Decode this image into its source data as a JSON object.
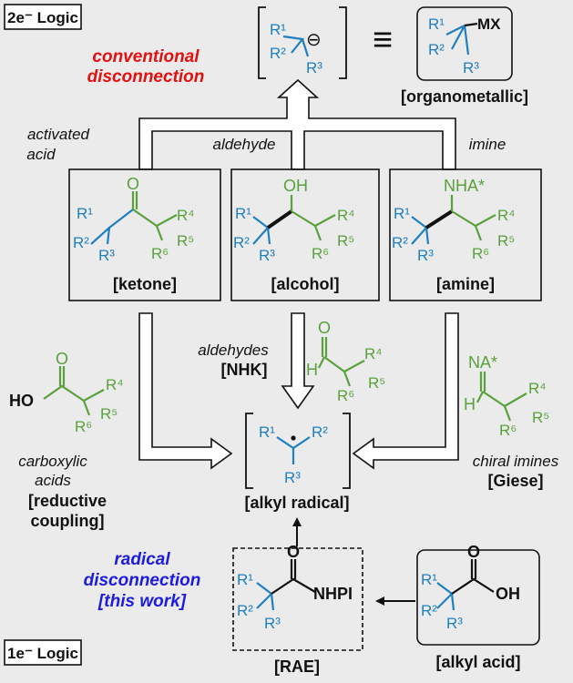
{
  "logic": {
    "two_electron": "2e⁻ Logic",
    "one_electron": "1e⁻ Logic"
  },
  "carbanion": {
    "r1": "R¹",
    "r2": "R²",
    "r3": "R³",
    "charge": "⊖"
  },
  "equiv": "≡",
  "organometallic": {
    "r1": "R¹",
    "r2": "R²",
    "r3": "R³",
    "mx": "MX",
    "label": "[organometallic]"
  },
  "conventional": {
    "line1": "conventional",
    "line2": "disconnection"
  },
  "arrows_up": {
    "activated_line1": "activated",
    "activated_line2": "acid",
    "aldehyde": "aldehyde",
    "imine": "imine"
  },
  "ketone": {
    "o": "O",
    "r1": "R¹",
    "r2": "R²",
    "r3": "R³",
    "r4": "R⁴",
    "r5": "R⁵",
    "r6": "R⁶",
    "label": "[ketone]"
  },
  "alcohol": {
    "oh": "OH",
    "r1": "R¹",
    "r2": "R²",
    "r3": "R³",
    "r4": "R⁴",
    "r5": "R⁵",
    "r6": "R⁶",
    "label": "[alcohol]"
  },
  "amine": {
    "nha": "NHA*",
    "r1": "R¹",
    "r2": "R²",
    "r3": "R³",
    "r4": "R⁴",
    "r5": "R⁵",
    "r6": "R⁶",
    "label": "[amine]"
  },
  "aldehydes_path": {
    "line1": "aldehydes",
    "line2": "[NHK]",
    "o": "O",
    "h": "H",
    "r4": "R⁴",
    "r5": "R⁵",
    "r6": "R⁶"
  },
  "carboxylic_path": {
    "ho": "HO",
    "o": "O",
    "r4": "R⁴",
    "r5": "R⁵",
    "r6": "R⁶",
    "line1": "carboxylic",
    "line2": "acids",
    "line3": "[reductive",
    "line4": "coupling]"
  },
  "imine_path": {
    "na": "NA*",
    "h": "H",
    "r4": "R⁴",
    "r5": "R⁵",
    "r6": "R⁶",
    "line1": "chiral imines",
    "line2": "[Giese]"
  },
  "radical": {
    "r1": "R¹",
    "r2": "R²",
    "r3": "R³",
    "label": "[alkyl radical]"
  },
  "radical_disc": {
    "line1": "radical",
    "line2": "disconnection",
    "line3": "[this work]"
  },
  "rae": {
    "o": "O",
    "nhpi": "NHPI",
    "r1": "R¹",
    "r2": "R²",
    "r3": "R³",
    "label": "[RAE]"
  },
  "alkyl_acid": {
    "o": "O",
    "oh": "OH",
    "r1": "R¹",
    "r2": "R²",
    "r3": "R³",
    "label": "[alkyl acid]"
  }
}
